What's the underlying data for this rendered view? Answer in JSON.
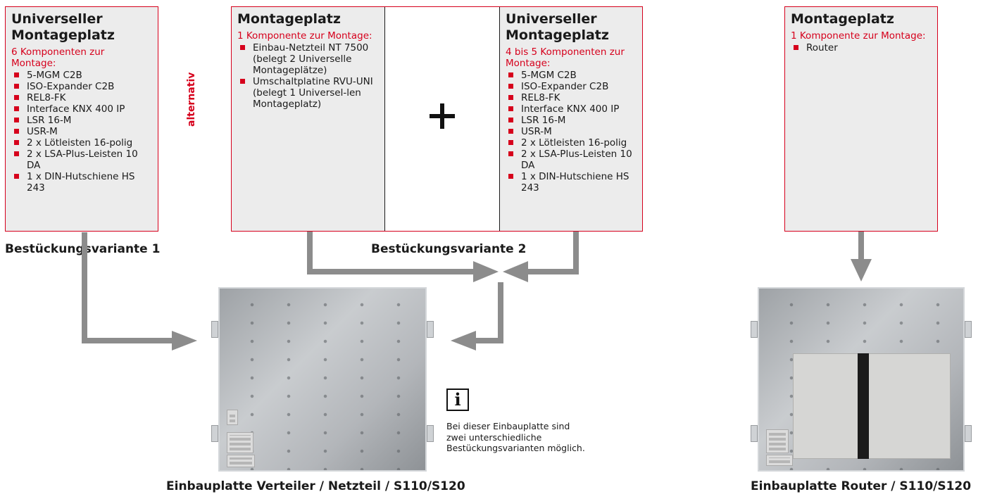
{
  "box_left": {
    "title": "Universeller Montageplatz",
    "subtitle": "6 Komponenten zur Montage:",
    "items": [
      "5-MGM C2B",
      "ISO-Expander C2B",
      "REL8-FK",
      "Interface KNX 400 IP",
      "LSR 16-M",
      "USR-M",
      "2 x Lötleisten 16-polig",
      "2 x LSA-Plus-Leisten 10 DA",
      "1 x DIN-Hutschiene HS 243"
    ]
  },
  "label_variant1": "Bestückungsvariante 1",
  "alternative_label": "alternativ",
  "box_middle": {
    "left_panel": {
      "title": "Montageplatz",
      "subtitle": "1 Komponente zur Montage:",
      "items": [
        "Einbau-Netzteil NT 7500 (belegt 2 Universelle Montageplätze)",
        "Umschaltplatine RVU-UNI (belegt 1 Universel-len Montageplatz)"
      ]
    },
    "right_panel": {
      "title": "Universeller Montageplatz",
      "subtitle": "4 bis 5 Komponenten zur Montage:",
      "items": [
        "5-MGM C2B",
        "ISO-Expander C2B",
        "REL8-FK",
        "Interface KNX 400 IP",
        "LSR 16-M",
        "USR-M",
        "2 x Lötleisten 16-polig",
        "2 x LSA-Plus-Leisten 10 DA",
        "1 x DIN-Hutschiene HS 243"
      ]
    }
  },
  "label_variant2": "Bestückungsvariante 2",
  "box_right": {
    "title": "Montageplatz",
    "subtitle": "1 Komponente zur Montage:",
    "items": [
      "Router"
    ]
  },
  "info": {
    "icon": "info-icon",
    "icon_glyph": "i",
    "text": "Bei dieser Einbauplatte sind zwei unterschiedliche Bestückungsvarianten möglich."
  },
  "caption_left": "Einbauplatte Verteiler / Netzteil / S110/S120",
  "caption_right": "Einbauplatte Router / S110/S120",
  "colors": {
    "accent": "#d6001c",
    "arrow": "#8c8c8c",
    "box_fill": "#ececec"
  }
}
